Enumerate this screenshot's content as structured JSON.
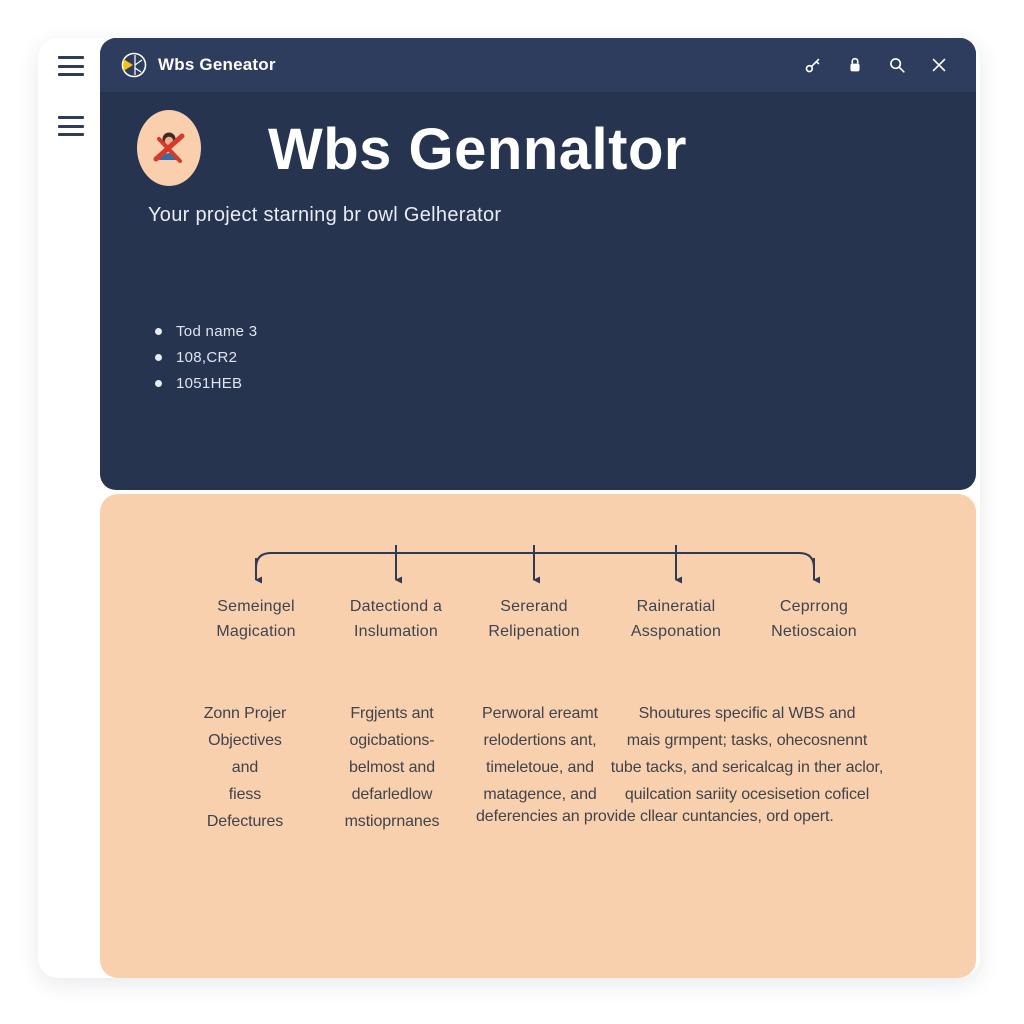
{
  "titlebar": {
    "app_name": "Wbs Geneator",
    "icon_names": [
      "app-logo-icon",
      "key-icon",
      "lock-icon",
      "search-icon",
      "close-icon"
    ]
  },
  "hero": {
    "title": "Wbs Gennaltor",
    "subtitle": "Your project starning br owl Gelherator",
    "bullets": [
      "Tod name 3",
      "108,CR2",
      "1051HEB"
    ]
  },
  "wbs": {
    "branches": [
      {
        "line1": "Semeingel",
        "line2": "Magication"
      },
      {
        "line1": "Datectiond a",
        "line2": "Inslumation"
      },
      {
        "line1": "Sererand",
        "line2": "Relipenation"
      },
      {
        "line1": "Raineratial",
        "line2": "Assponation"
      },
      {
        "line1": "Ceprrong",
        "line2": "Netioscaion"
      }
    ],
    "columns": [
      {
        "lines": [
          "Zonn Projer",
          "Objectives",
          "and",
          "fiess",
          "Defectures"
        ]
      },
      {
        "lines": [
          "Frgjents ant",
          "ogicbations-",
          "belmost and",
          "defarledlow",
          "mstioprnanes"
        ]
      },
      {
        "lines": [
          "Perworal ereamt",
          "relodertions ant,",
          "timeletoue, and",
          "matagence, and"
        ]
      },
      {
        "lines": [
          "Shoutures specific al WBS and",
          "mais grmpent; tasks, ohecosnennt",
          "tube tacks, and sericalcag in ther aclor,",
          "quilcation sariity ocesisetion coficel"
        ]
      }
    ],
    "footer_line": "deferencies an provide cllear cuntancies, ord opert."
  },
  "colors": {
    "navy": "#263450",
    "titlebar_navy": "#2e3d5e",
    "peach": "#f9d0ae",
    "accent_yellow": "#f6c311",
    "accent_red": "#d6392c",
    "line": "#2f3a55",
    "text_dark": "#3f434b"
  }
}
